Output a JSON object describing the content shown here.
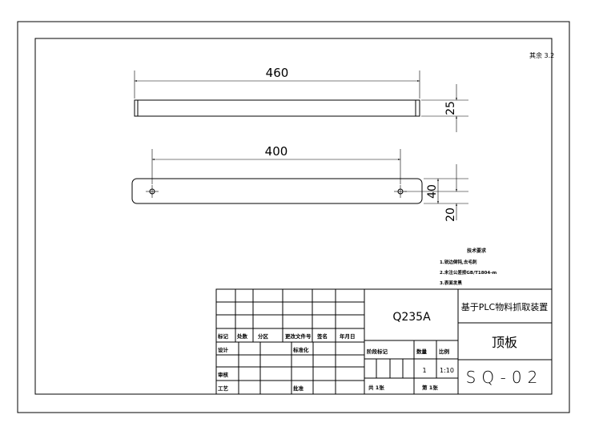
{
  "roughness": "其余 3.2",
  "dimensions": {
    "top_length": "460",
    "top_height": "25",
    "bottom_hole_spacing": "400",
    "bottom_height": "40",
    "bottom_hole_offset": "20"
  },
  "tech_requirements": {
    "title": "技术要求",
    "items": [
      "1.锐边倒钝,去毛刺",
      "2.未注公差按GB/T1804-m",
      "3.表面发黑"
    ]
  },
  "title_block": {
    "revision_headers": [
      "标记",
      "处数",
      "分区",
      "更改文件号",
      "签名",
      "年月日"
    ],
    "design": "设计",
    "standardization": "标准化",
    "review": "审核",
    "process": "工艺",
    "approve": "批准",
    "material": "Q235A",
    "project": "基于PLC物料抓取装置",
    "part_name": "顶板",
    "drawing_no": "SQ-02",
    "stage_label": "阶段标记",
    "quantity_label": "数量",
    "scale_label": "比例",
    "quantity": "1",
    "scale": "1:10",
    "total_sheets": "共 1张",
    "sheet_no": "第 1张"
  }
}
